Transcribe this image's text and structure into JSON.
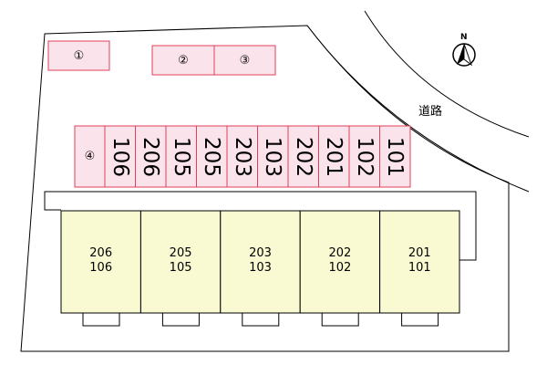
{
  "colors": {
    "lot_fill": "#ffffff",
    "lot_border": "#000000",
    "parking_fill": "#fbe3ec",
    "parking_border": "#e0405a",
    "building_fill": "#fafad2",
    "border": "#000000"
  },
  "parking": {
    "top_spaces": [
      "①",
      "②",
      "③"
    ],
    "row_label": "④",
    "row_spaces": [
      "106",
      "206",
      "105",
      "205",
      "203",
      "103",
      "202",
      "201",
      "102",
      "101"
    ]
  },
  "building": {
    "units": [
      {
        "upper": "206",
        "lower": "106"
      },
      {
        "upper": "205",
        "lower": "105"
      },
      {
        "upper": "203",
        "lower": "103"
      },
      {
        "upper": "202",
        "lower": "102"
      },
      {
        "upper": "201",
        "lower": "101"
      }
    ]
  },
  "road": {
    "label": "道路"
  },
  "compass": {
    "label": "N",
    "icon": "north-arrow-icon"
  }
}
